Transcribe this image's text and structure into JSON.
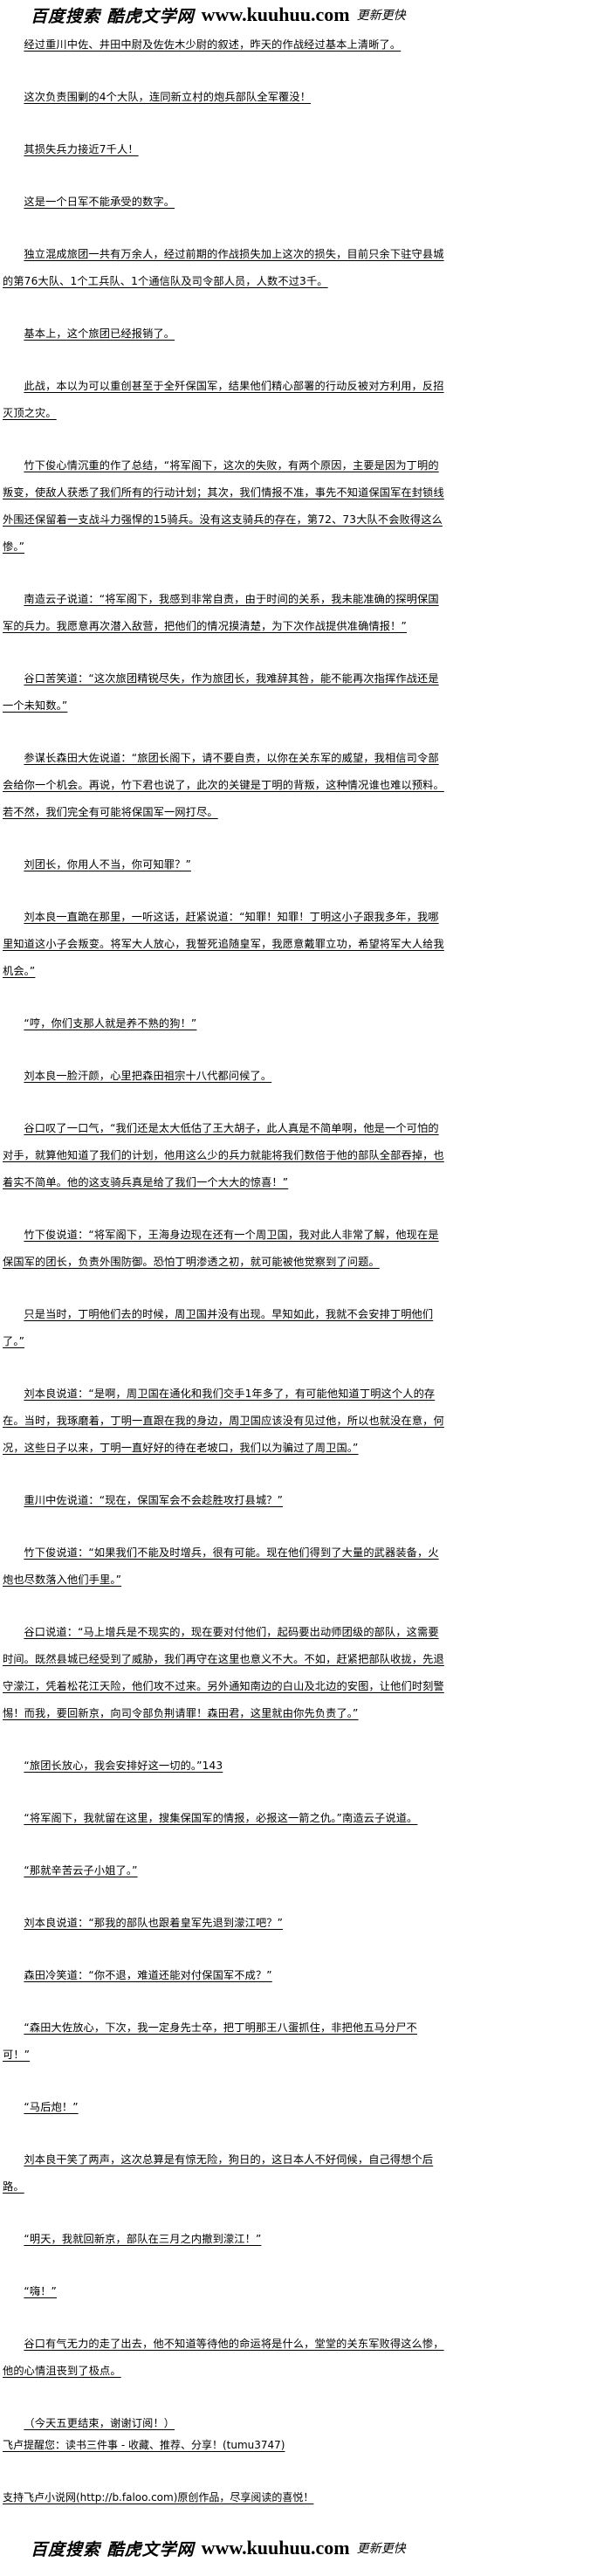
{
  "banner": {
    "site_cn": "百度搜索 酷虎文学网",
    "url": "www.kuuhuu.com",
    "tagline": "更新更快"
  },
  "paragraphs": [
    "经过重川中佐、井田中尉及佐佐木少尉的叙述，昨天的作战经过基本上清晰了。",
    "这次负责围剿的4个大队，连同新立村的炮兵部队全军覆没！",
    "其损失兵力接近7千人！",
    "这是一个日军不能承受的数字。",
    "独立混成旅团一共有万余人，经过前期的作战损失加上这次的损失，目前只余下驻守县城的第76大队、1个工兵队、1个通信队及司令部人员，人数不过3千。",
    "基本上，这个旅团已经报销了。",
    "此战，本以为可以重创甚至于全歼保国军，结果他们精心部署的行动反被对方利用，反招灭顶之灾。",
    "竹下俊心情沉重的作了总结，“将军阁下，这次的失败，有两个原因，主要是因为丁明的叛变，使敌人获悉了我们所有的行动计划；其次，我们情报不准，事先不知道保国军在封锁线外围还保留着一支战斗力强悍的15骑兵。没有这支骑兵的存在，第72、73大队不会败得这么惨。”",
    "南造云子说道：“将军阁下，我感到非常自责，由于时间的关系，我未能准确的探明保国军的兵力。我愿意再次潜入敌营，把他们的情况摸清楚，为下次作战提供准确情报！”",
    "谷口苦笑道：“这次旅团精锐尽失，作为旅团长，我难辞其咎，能不能再次指挥作战还是一个未知数。”",
    "参谋长森田大佐说道：“旅团长阁下，请不要自责，以你在关东军的威望，我相信司令部会给你一个机会。再说，竹下君也说了，此次的关键是丁明的背叛，这种情况谁也难以预料。若不然，我们完全有可能将保国军一网打尽。",
    "刘团长，你用人不当，你可知罪？”",
    "刘本良一直跪在那里，一听这话，赶紧说道：“知罪！知罪！丁明这小子跟我多年，我哪里知道这小子会叛变。将军大人放心，我誓死追随皇军，我愿意戴罪立功，希望将军大人给我机会。”",
    "“哼，你们支那人就是养不熟的狗！”",
    "刘本良一脸汗颜，心里把森田祖宗十八代都问候了。",
    "谷口叹了一口气，“我们还是太大低估了王大胡子，此人真是不简单啊，他是一个可怕的对手，就算他知道了我们的计划，他用这么少的兵力就能将我们数倍于他的部队全部吞掉，也着实不简单。他的这支骑兵真是给了我们一个大大的惊喜！”",
    "竹下俊说道：“将军阁下，王海身边现在还有一个周卫国，我对此人非常了解，他现在是保国军的团长，负责外围防御。恐怕丁明渗透之初，就可能被他觉察到了问题。",
    "只是当时，丁明他们去的时候，周卫国并没有出现。早知如此，我就不会安排丁明他们了。”",
    "刘本良说道：“是啊，周卫国在通化和我们交手1年多了，有可能他知道丁明这个人的存在。当时，我琢磨着，丁明一直跟在我的身边，周卫国应该没有见过他，所以也就没在意，何况，这些日子以来，丁明一直好好的待在老坡口，我们以为骗过了周卫国。”",
    "重川中佐说道：“现在，保国军会不会趁胜攻打县城？”",
    "竹下俊说道：“如果我们不能及时增兵，很有可能。现在他们得到了大量的武器装备，火炮也尽数落入他们手里。”",
    "谷口说道：“马上增兵是不现实的，现在要对付他们，起码要出动师团级的部队，这需要时间。既然县城已经受到了威胁，我们再守在这里也意义不大。不如，赶紧把部队收拢，先退守濛江，凭着松花江天险，他们攻不过来。另外通知南边的白山及北边的安图，让他们时刻警惕！而我，要回新京，向司令部负荆请罪！森田君，这里就由你先负责了。”",
    "“旅团长放心，我会安排好这一切的。”143",
    "“将军阁下，我就留在这里，搜集保国军的情报，必报这一箭之仇。”南造云子说道。",
    "“那就辛苦云子小姐了。”",
    "刘本良说道：“那我的部队也跟着皇军先退到濛江吧？”",
    "森田冷笑道：“你不退，难道还能对付保国军不成？”",
    "“森田大佐放心，下次，我一定身先士卒，把丁明那王八蛋抓住，非把他五马分尸不可！”",
    "“马后炮！”",
    "刘本良干笑了两声，这次总算是有惊无险，狗日的，这日本人不好伺候，自己得想个后路。",
    "“明天，我就回新京，部队在三月之内撤到濛江！”",
    "“嗨！”",
    "谷口有气无力的走了出去，他不知道等待他的命运将是什么，堂堂的关东军败得这么惨，他的心情沮丧到了极点。",
    "（今天五更结束，谢谢订阅！）"
  ],
  "footer": {
    "reminder": "飞卢提醒您：读书三件事 - 收藏、推荐、分享！(tumu3747)",
    "support": "支持飞卢小说网(http://b.faloo.com)原创作品，尽享阅读的喜悦！"
  }
}
